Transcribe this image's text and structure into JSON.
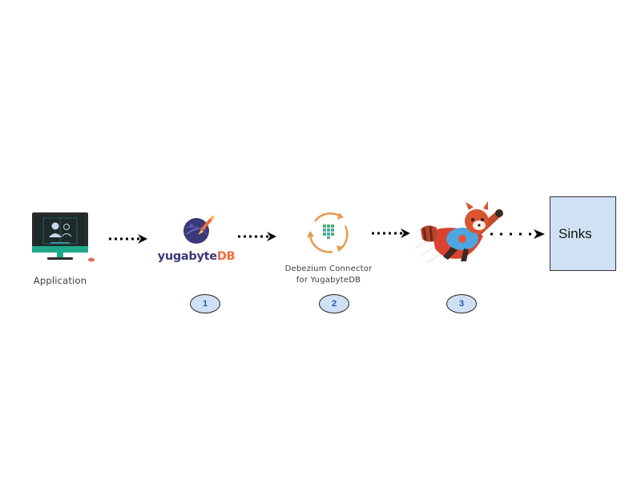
{
  "diagram": {
    "nodes": [
      {
        "id": "application",
        "label": "Application",
        "icon": "computer-monitor-icon"
      },
      {
        "id": "yugabytedb",
        "label_main": "yugabyte",
        "label_accent": "DB",
        "icon": "yugabytedb-planet-logo",
        "step": "1"
      },
      {
        "id": "debezium",
        "label_line1": "Debezium Connector",
        "label_line2": "for YugabyteDB",
        "icon": "debezium-cycle-logo",
        "step": "2"
      },
      {
        "id": "redpanda",
        "icon": "red-panda-mascot-icon",
        "step": "3"
      },
      {
        "id": "sinks",
        "label": "Sinks"
      }
    ],
    "edges": [
      [
        "application",
        "yugabytedb"
      ],
      [
        "yugabytedb",
        "debezium"
      ],
      [
        "debezium",
        "redpanda"
      ],
      [
        "redpanda",
        "sinks"
      ]
    ]
  },
  "colors": {
    "badge_fill": "#cfe0f3",
    "badge_text": "#1e5ab4",
    "sinks_fill": "#d0e1f3",
    "yugabyte_navy": "#3b3a78",
    "yugabyte_orange": "#f26b3a",
    "debezium_orange": "#e89a4e",
    "monitor_teal": "#1fa98a",
    "redpanda_red": "#d9432f"
  }
}
